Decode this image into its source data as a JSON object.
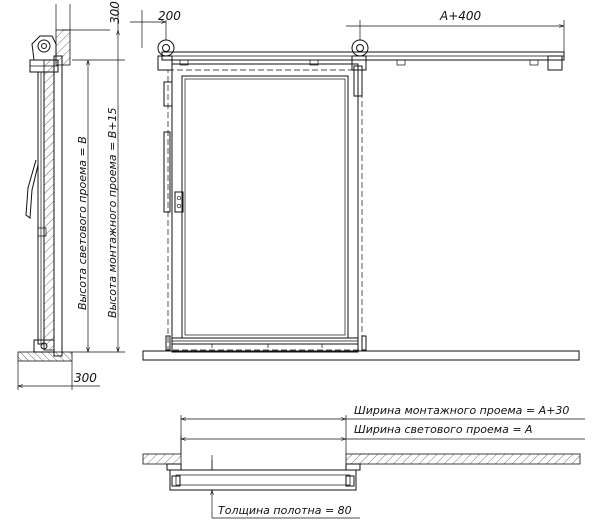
{
  "side_view": {
    "dim_top": "300",
    "dim_bottom": "300",
    "label_clear_height": "Высота светового проема = В",
    "label_install_height": "Высота монтажного проема = В+15"
  },
  "front_view": {
    "dim_left": "200",
    "dim_right": "А+400"
  },
  "plan_view": {
    "label_install_width": "Ширина монтажного проема = А+30",
    "label_clear_width": "Ширина светового проема = А",
    "label_thickness": "Толщина полотна = 80"
  }
}
